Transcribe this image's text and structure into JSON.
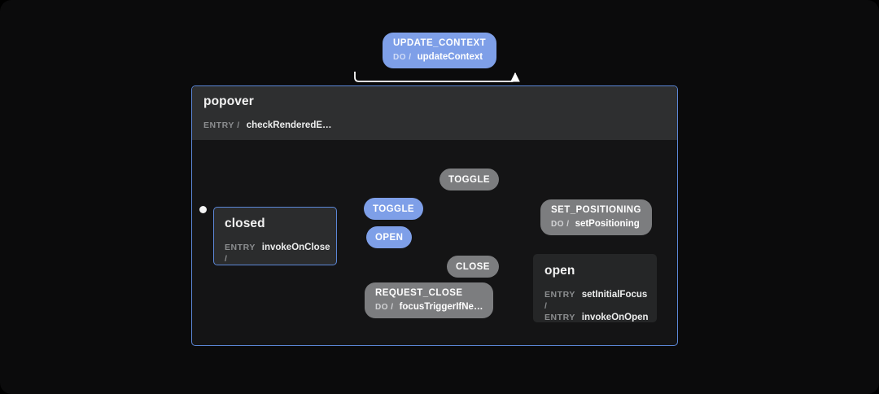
{
  "canvas": {
    "background": "#0b0b0c",
    "accent_blue": "#7e9fe8",
    "border_blue": "#5b86d6",
    "gray_pill": "#7c7d7f",
    "active_edge": "#ffffff",
    "inactive_edge": "#6f7072"
  },
  "machine": {
    "name": "popover",
    "active": true,
    "actions": [
      {
        "keyword": "ENTRY /",
        "value": "checkRenderedE…"
      }
    ]
  },
  "states": [
    {
      "id": "closed",
      "name": "closed",
      "active": true,
      "initial": true,
      "actions": [
        {
          "keyword": "ENTRY /",
          "value": "invokeOnClose"
        }
      ]
    },
    {
      "id": "open",
      "name": "open",
      "active": false,
      "initial": false,
      "actions": [
        {
          "keyword": "ENTRY /",
          "value": "setInitialFocus"
        },
        {
          "keyword": "ENTRY /",
          "value": "invokeOnOpen"
        }
      ]
    }
  ],
  "events": [
    {
      "id": "update-context",
      "label": "UPDATE_CONTEXT",
      "style": "blue",
      "active": true,
      "has_actions": true,
      "keyword": "DO /",
      "value": "updateContext",
      "source": "popover",
      "target": "popover"
    },
    {
      "id": "toggle-open-to-closed",
      "label": "TOGGLE",
      "style": "gray",
      "active": false,
      "has_actions": false,
      "source": "open",
      "target": "closed"
    },
    {
      "id": "toggle-closed-to-open",
      "label": "TOGGLE",
      "style": "blue",
      "active": true,
      "has_actions": false,
      "source": "closed",
      "target": "open"
    },
    {
      "id": "open-closed-to-open",
      "label": "OPEN",
      "style": "blue",
      "active": true,
      "has_actions": false,
      "source": "closed",
      "target": "open"
    },
    {
      "id": "close-open-to-closed",
      "label": "CLOSE",
      "style": "gray",
      "active": false,
      "has_actions": false,
      "source": "open",
      "target": "closed"
    },
    {
      "id": "request-close",
      "label": "REQUEST_CLOSE",
      "style": "gray",
      "active": false,
      "has_actions": true,
      "keyword": "DO /",
      "value": "focusTriggerIfNe…",
      "source": "open",
      "target": "closed"
    },
    {
      "id": "set-positioning",
      "label": "SET_POSITIONING",
      "style": "gray",
      "active": false,
      "has_actions": true,
      "keyword": "DO /",
      "value": "setPositioning",
      "source": "open",
      "target": "open"
    }
  ]
}
